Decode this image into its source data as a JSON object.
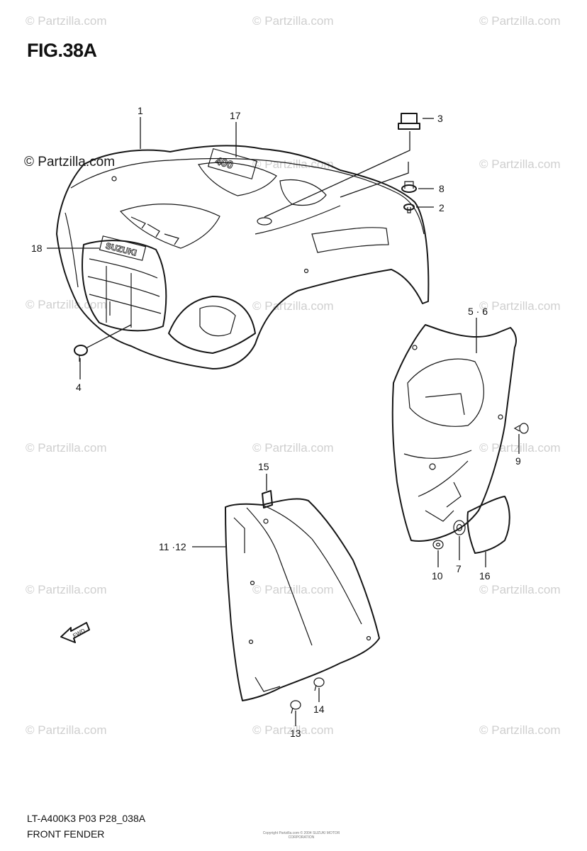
{
  "figure": {
    "title": "FIG.38A"
  },
  "watermarks": {
    "primary": "© Partzilla.com",
    "repeat": "© Partzilla.com"
  },
  "callouts": {
    "p1": "1",
    "p2": "2",
    "p3": "3",
    "p4": "4",
    "p5_6": "5 · 6",
    "p7": "7",
    "p8": "8",
    "p9": "9",
    "p10": "10",
    "p11_12": "11 ·12",
    "p13": "13",
    "p14": "14",
    "p15": "15",
    "p16": "16",
    "p17": "17",
    "p18": "18"
  },
  "footer": {
    "code": "LT-A400K3 P03 P28_038A",
    "caption": "FRONT FENDER",
    "copyright": "Copyright\nPartzilla.com © 2004  SUZUKI MOTOR CORPORATION"
  },
  "colors": {
    "line": "#161616",
    "watermark": "#cfcfcf",
    "background": "#ffffff"
  }
}
